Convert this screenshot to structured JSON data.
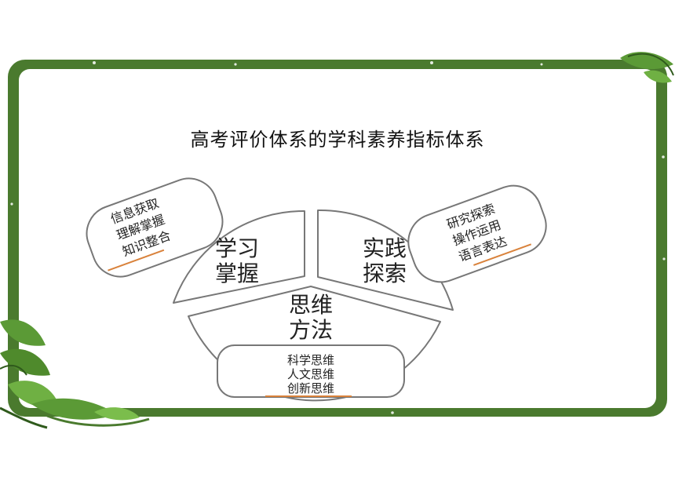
{
  "title": "高考评价体系的学科素养指标体系",
  "segments": [
    {
      "label1": "学习",
      "label2": "掌握"
    },
    {
      "label1": "实践",
      "label2": "探索"
    },
    {
      "label1": "思维",
      "label2": "方法"
    }
  ],
  "boxes": [
    {
      "lines": [
        "信息获取",
        "理解掌握",
        "知识整合"
      ]
    },
    {
      "lines": [
        "研究探索",
        "操作运用",
        "语言表达"
      ]
    },
    {
      "lines": [
        "科学思维",
        "人文思维",
        "创新思维"
      ]
    }
  ],
  "colors": {
    "frame": "#4a7a2e",
    "frame_dark": "#2f5a1c",
    "leaf": "#5b9a36",
    "underline": "#d9823b",
    "outline": "#777777"
  }
}
